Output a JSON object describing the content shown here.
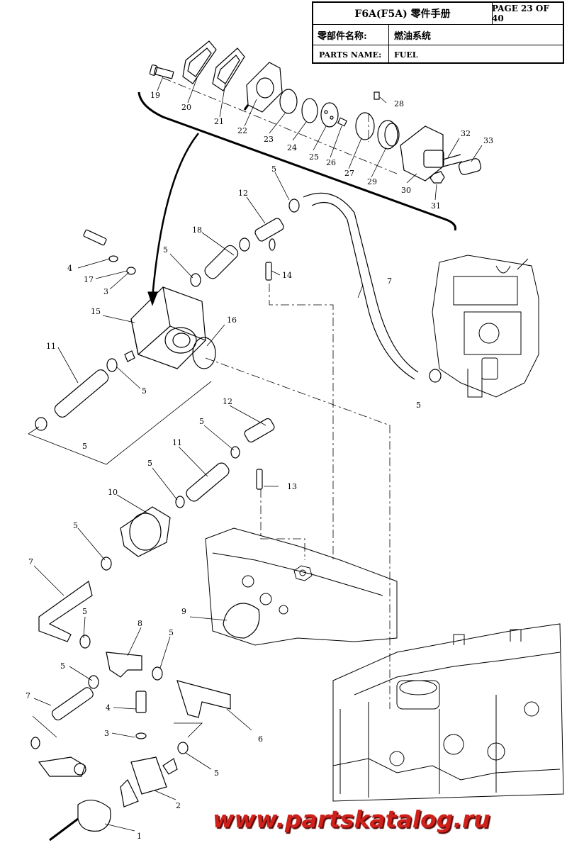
{
  "title_block": {
    "manual_title": "F6A(F5A) 零件手册",
    "page": "PAGE 23 OF 40",
    "name_label_cn": "零部件名称:",
    "name_value_cn": "燃油系统",
    "name_label_en": "PARTS NAME:",
    "name_value_en": "FUEL"
  },
  "callouts": [
    "1",
    "2",
    "3",
    "4",
    "5",
    "6",
    "7",
    "8",
    "9",
    "10",
    "11",
    "12",
    "13",
    "14",
    "15",
    "16",
    "17",
    "18",
    "19",
    "20",
    "21",
    "22",
    "23",
    "24",
    "25",
    "26",
    "27",
    "28",
    "29",
    "30",
    "31",
    "32",
    "33"
  ],
  "watermark": "www.partskatalog.ru"
}
